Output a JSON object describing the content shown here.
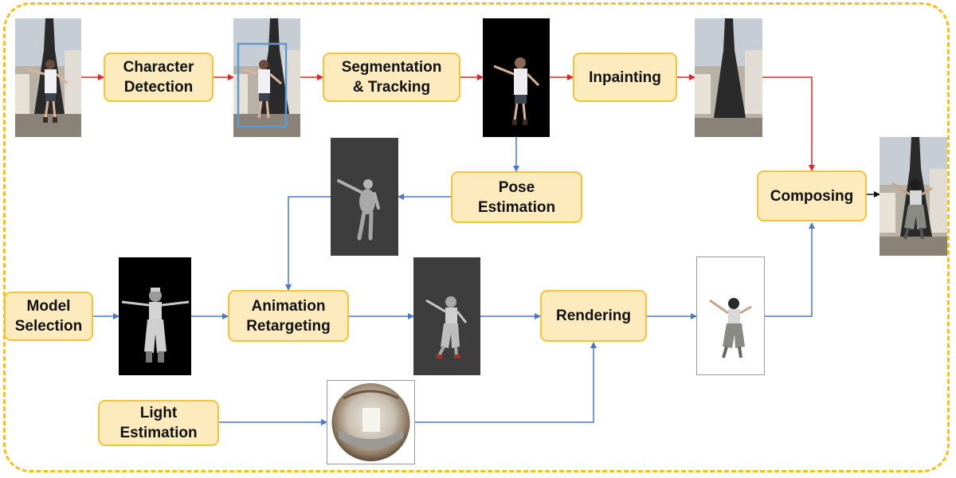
{
  "steps": {
    "character_detection": "Character\nDetection",
    "segmentation_tracking": "Segmentation\n& Tracking",
    "inpainting": "Inpainting",
    "pose_estimation": "Pose\nEstimation",
    "composing": "Composing",
    "model_selection": "Model\nSelection",
    "animation_retargeting": "Animation\nRetargeting",
    "rendering": "Rendering",
    "light_estimation": "Light\nEstimation"
  },
  "colors": {
    "box_fill": "#fdebbd",
    "box_border": "#f3c43a",
    "frame_border": "#f2c21b",
    "arrow_red": "#e8202a",
    "arrow_blue": "#4a78c4",
    "arrow_black": "#111111",
    "detection_bbox": "#5b9bd5"
  },
  "images": {
    "input_frame": "photo-icon",
    "detected_frame": "photo-icon",
    "segmented_mask": "photo-icon",
    "inpainted_background": "photo-icon",
    "pose_mesh": "mesh-icon",
    "character_model": "model-icon",
    "retargeted_model": "model-icon",
    "rendered_character": "model-icon",
    "environment_map": "panorama-icon",
    "composed_result": "photo-icon"
  }
}
